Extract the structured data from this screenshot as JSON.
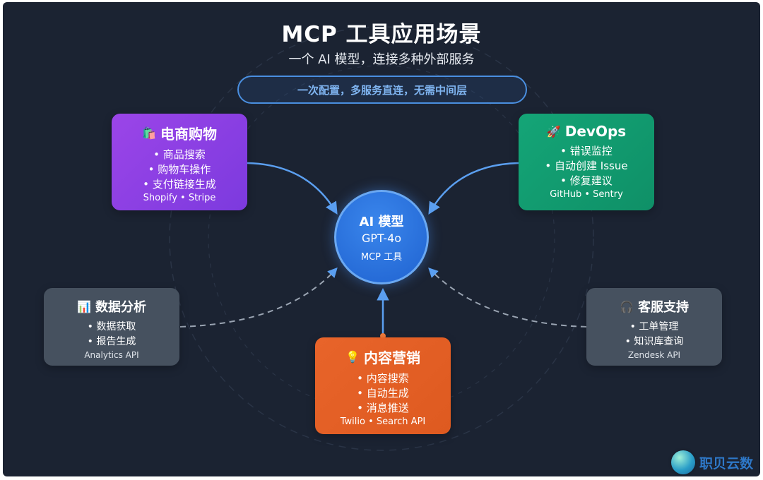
{
  "header": {
    "title": "MCP 工具应用场景",
    "subtitle": "一个 AI 模型，连接多种外部服务"
  },
  "banner": {
    "text": "一次配置，多服务直连，无需中间层"
  },
  "center": {
    "title": "AI 模型",
    "model": "GPT-4o",
    "label": "MCP 工具"
  },
  "cards": {
    "ecommerce": {
      "icon": "shopping-bag-icon",
      "emoji": "🛍️",
      "title": "电商购物",
      "items": [
        "商品搜索",
        "购物车操作",
        "支付链接生成"
      ],
      "apis": "Shopify • Stripe",
      "color": "#8b40e4"
    },
    "devops": {
      "icon": "rocket-icon",
      "emoji": "🚀",
      "title": "DevOps",
      "items": [
        "错误监控",
        "自动创建 Issue",
        "修复建议"
      ],
      "apis": "GitHub • Sentry",
      "color": "#12a070"
    },
    "analytics": {
      "icon": "bar-chart-icon",
      "emoji": "📊",
      "title": "数据分析",
      "items": [
        "数据获取",
        "报告生成"
      ],
      "apis": "Analytics API",
      "color": "#46515f"
    },
    "support": {
      "icon": "headphones-icon",
      "emoji": "🎧",
      "title": "客服支持",
      "items": [
        "工单管理",
        "知识库查询"
      ],
      "apis": "Zendesk API",
      "color": "#46515f"
    },
    "content": {
      "icon": "lightbulb-icon",
      "emoji": "💡",
      "title": "内容营销",
      "items": [
        "内容搜索",
        "自动生成",
        "消息推送"
      ],
      "apis": "Twilio • Search API",
      "color": "#e4602a"
    }
  },
  "colors": {
    "background": "#1b2332",
    "accent": "#4a8fe0",
    "arrow": "#5b9ff0"
  },
  "watermark": {
    "text": "职贝云数",
    "icon": "globe-logo-icon"
  }
}
